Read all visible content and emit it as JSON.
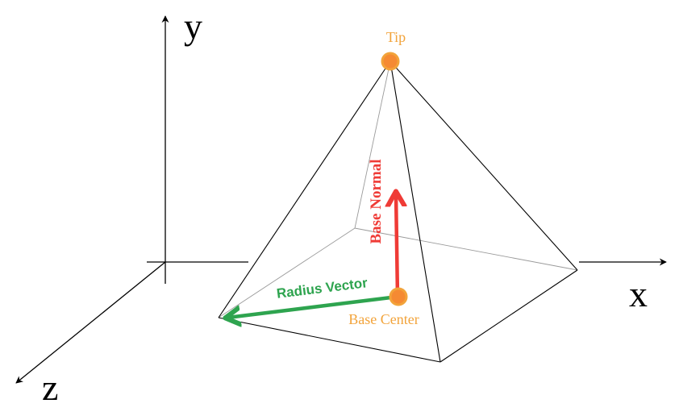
{
  "axes": {
    "x_label": "x",
    "y_label": "y",
    "z_label": "z"
  },
  "points": {
    "tip_label": "Tip",
    "base_center_label": "Base Center"
  },
  "vectors": {
    "base_normal_label": "Base Normal",
    "radius_vector_label": "Radius Vector"
  },
  "colors": {
    "axis": "#000000",
    "edge": "#000000",
    "hidden_edge": "#9a9a9a",
    "point_fill": "#f58a33",
    "point_stroke": "#f2a33a",
    "point_label": "#f2a33a",
    "base_normal": "#ef3b36",
    "radius_vector": "#2ea44f"
  }
}
